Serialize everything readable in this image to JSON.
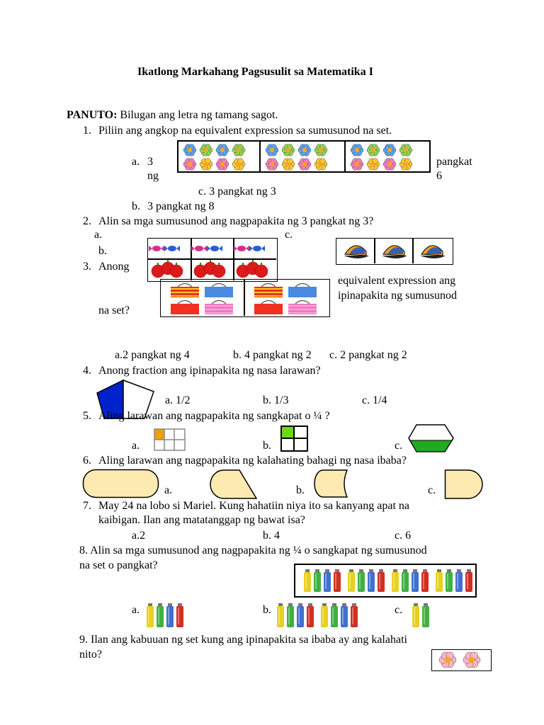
{
  "title": "Ikatlong Markahang Pagsusulit sa Matematika I",
  "panuto": {
    "label": "PANUTO:",
    "text": " Bilugan ang letra ng tamang sagot."
  },
  "q1": {
    "num": "1.",
    "text": "Piliin ang angkop na equivalent expression sa sumusunod na set.",
    "a_letter": "a.",
    "a_text_1": "3",
    "a_text_2": "ng",
    "right_1": "pangkat",
    "right_2": "6",
    "c": "c. 3 pangkat ng 3",
    "b_letter": "b.",
    "b_text": "3 pangkat ng 8"
  },
  "q2": {
    "num": "2.",
    "text": "Alin sa mga sumusunod ang nagpapakita ng 3 pangkat ng 3?",
    "a": "a.",
    "c": "c.",
    "b": "b."
  },
  "q3": {
    "num": "3.",
    "text_1": "Anong",
    "text_2": "equivalent expression ang",
    "text_3": "ipinapakita ng sumusunod",
    "text_4": "na set?",
    "a": "a.2 pangkat ng 4",
    "b": "b. 4 pangkat ng 2",
    "c": "c. 2 pangkat ng 2"
  },
  "q4": {
    "num": "4.",
    "text": "Anong fraction ang ipinapakita ng nasa larawan?",
    "a": "a.   1/2",
    "b": "b. 1/3",
    "c": "c. 1/4"
  },
  "q5": {
    "num": "5.",
    "text": "Aling larawan ang nagpapakita ng sangkapat o ¼ ?",
    "a": "a.",
    "b": "b.",
    "c": "c."
  },
  "q6": {
    "num": "6.",
    "text": "Aling larawan ang nagpapakita ng kalahating bahagi ng nasa ibaba?",
    "a": "a.",
    "b": "b.",
    "c": "c."
  },
  "q7": {
    "num": "7.",
    "text_1": "May 24 na lobo si Mariel. Kung hahatiin niya ito sa kanyang apat na",
    "text_2": "kaibigan. Ilan ang matatanggap ng bawat isa?",
    "a": "a.2",
    "b": "b. 4",
    "c": "c. 6"
  },
  "q8": {
    "text_1": "8. Alin sa mga sumusunod ang nagpapakita ng ¼ o sangkapat ng sumusunod",
    "text_2": "na set o pangkat?",
    "a": "a.",
    "b": "b.",
    "c": "c."
  },
  "q9": {
    "text_1": "9.  Ilan ang kabuuan ng set kung ang ipinapakita sa ibaba ay ang kalahati",
    "text_2": "nito?"
  },
  "colors": {
    "blue_fill": "#0022cc",
    "orange": "#f0a000",
    "green": "#22aa22",
    "cream": "#fdeab0",
    "flower_blue": "#5aa0f0",
    "flower_green": "#8fd14f",
    "flower_pink": "#f37ab5",
    "flower_yellow": "#f7c631"
  }
}
